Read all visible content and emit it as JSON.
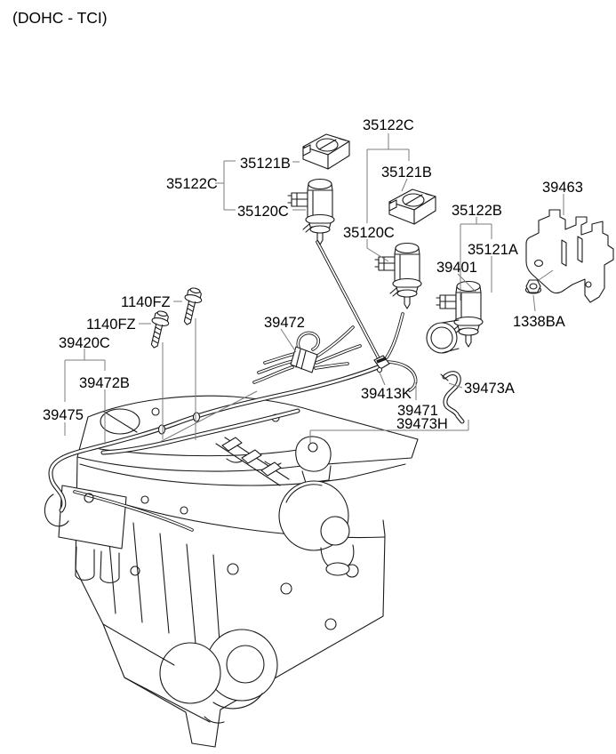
{
  "header": {
    "variant_label": "(DOHC - TCI)"
  },
  "diagram": {
    "colors": {
      "line": "#1a1a1a",
      "leader": "#7b7b7b",
      "text": "#000000",
      "background": "#ffffff"
    },
    "labels": [
      {
        "id": "35122C-left",
        "text": "35122C"
      },
      {
        "id": "35121B-left",
        "text": "35121B"
      },
      {
        "id": "35120C-left",
        "text": "35120C"
      },
      {
        "id": "35122C-right",
        "text": "35122C"
      },
      {
        "id": "35121B-right",
        "text": "35121B"
      },
      {
        "id": "35120C-right",
        "text": "35120C"
      },
      {
        "id": "35122B",
        "text": "35122B"
      },
      {
        "id": "35121A",
        "text": "35121A"
      },
      {
        "id": "39401",
        "text": "39401"
      },
      {
        "id": "39463",
        "text": "39463"
      },
      {
        "id": "1338BA",
        "text": "1338BA"
      },
      {
        "id": "1140FZ-upper",
        "text": "1140FZ"
      },
      {
        "id": "1140FZ-lower",
        "text": "1140FZ"
      },
      {
        "id": "39420C",
        "text": "39420C"
      },
      {
        "id": "39472B",
        "text": "39472B"
      },
      {
        "id": "39475",
        "text": "39475"
      },
      {
        "id": "39472",
        "text": "39472"
      },
      {
        "id": "39413K",
        "text": "39413K"
      },
      {
        "id": "39471",
        "text": "39471"
      },
      {
        "id": "39473H",
        "text": "39473H"
      },
      {
        "id": "39473A",
        "text": "39473A"
      }
    ]
  }
}
